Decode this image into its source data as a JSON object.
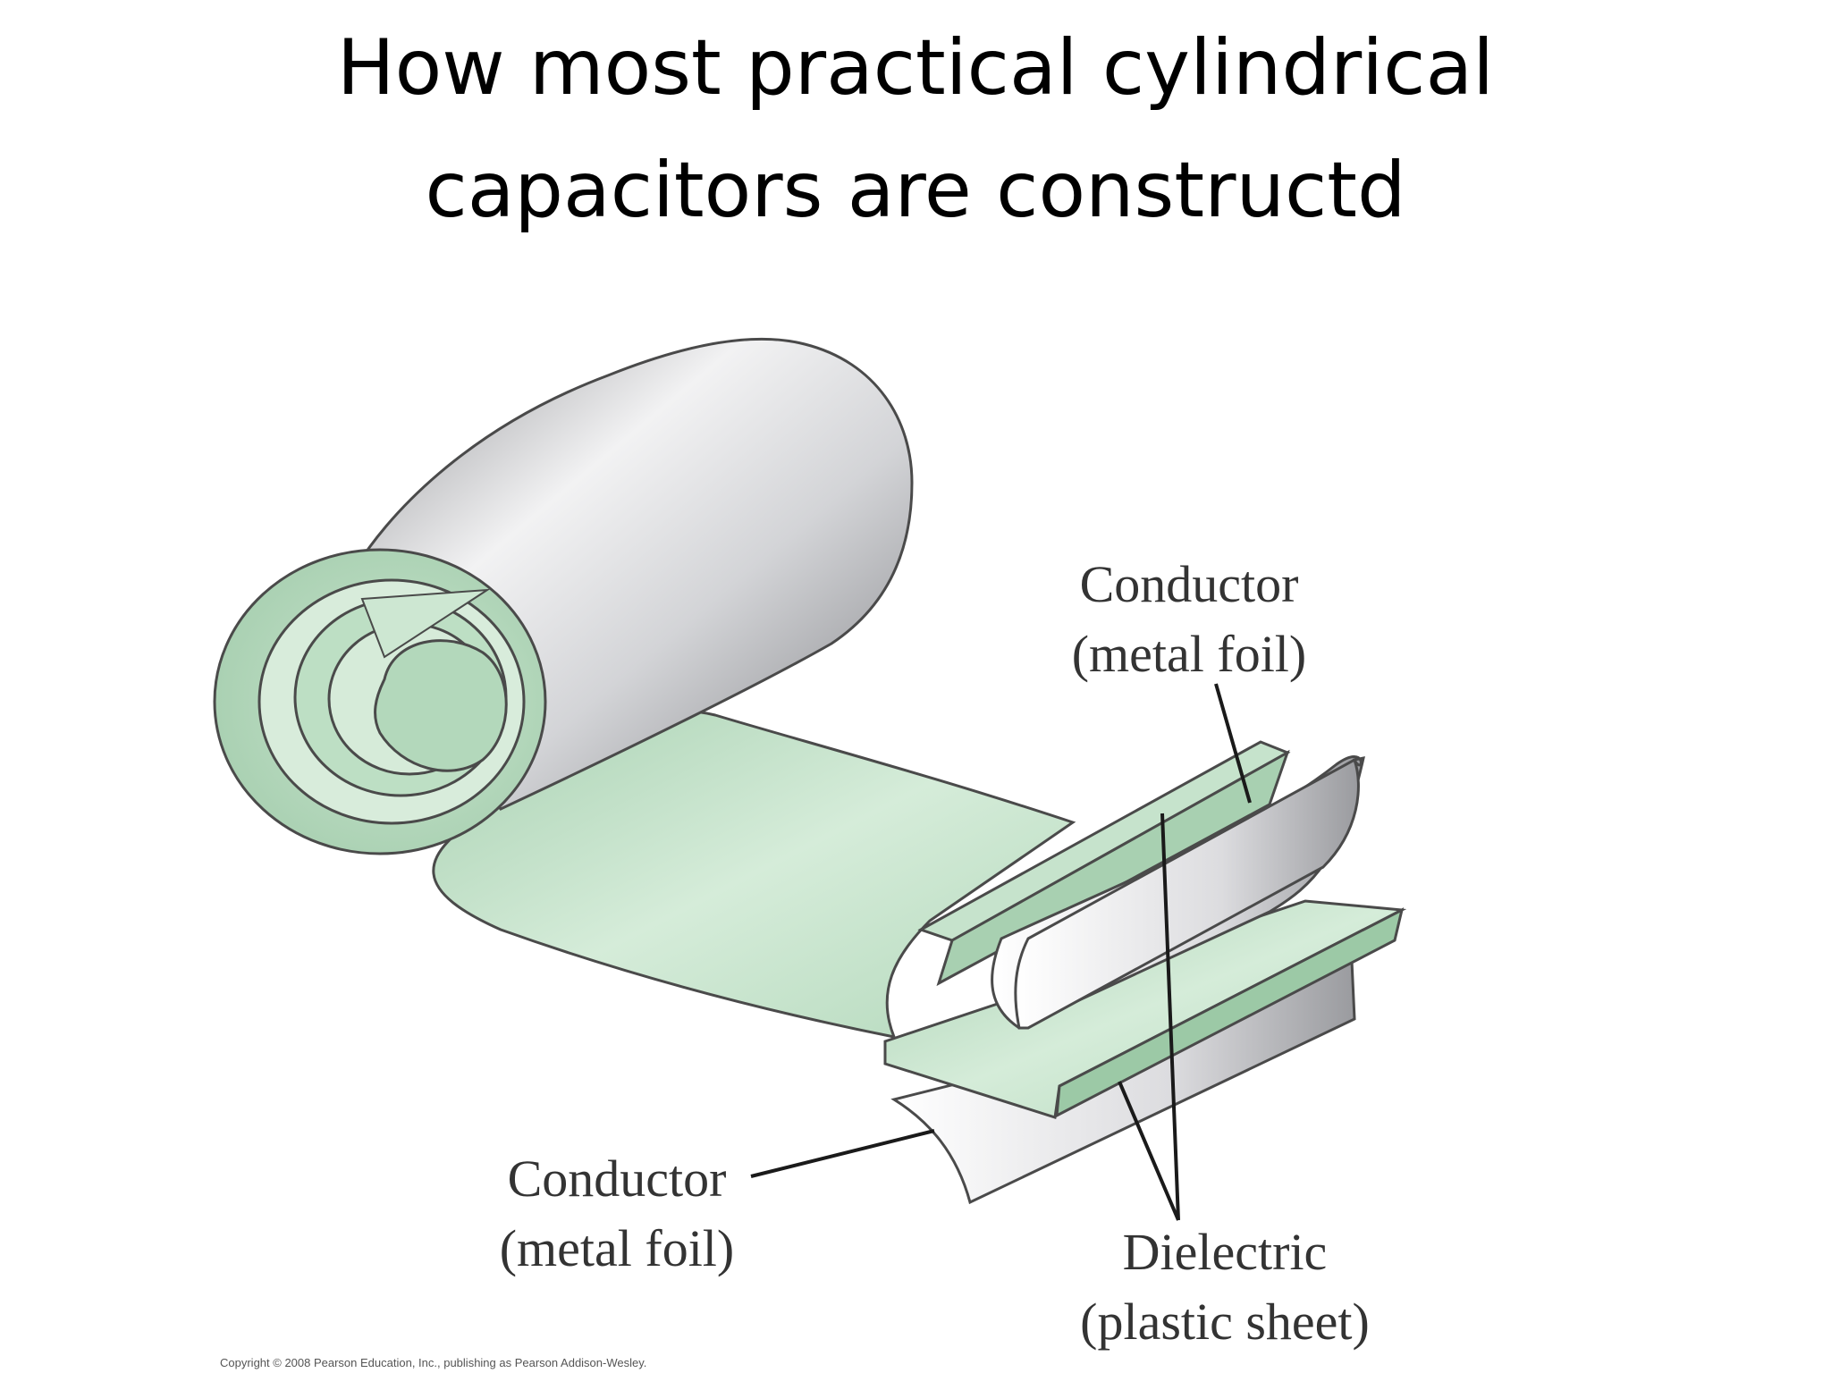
{
  "title": {
    "line1": "How most practical cylindrical",
    "line2": "capacitors are constructd"
  },
  "labels": {
    "conductor_top": {
      "line1": "Conductor",
      "line2": "(metal foil)"
    },
    "conductor_bottom": {
      "line1": "Conductor",
      "line2": "(metal foil)"
    },
    "dielectric": {
      "line1": "Dielectric",
      "line2": "(plastic sheet)"
    }
  },
  "copyright": "Copyright © 2008 Pearson Education, Inc., publishing as Pearson Addison-Wesley.",
  "colors": {
    "dielectric_green": "#b9dcc1",
    "foil_gray": "#c8c9cc",
    "outline": "#4a4a4a",
    "title_text": "#000000",
    "label_text": "#333333"
  }
}
